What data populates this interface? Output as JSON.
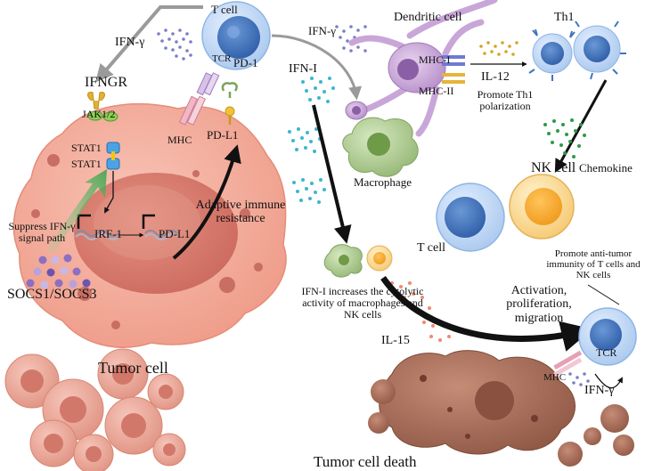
{
  "colors": {
    "tumor_cell": "#f3a999",
    "tumor_nucleus": "#d9776a",
    "t_cell": "#bcd5f2",
    "t_nucleus": "#3f74bd",
    "dendritic_cell": "#c9a6d8",
    "macrophage": "#a8c68a",
    "nk_cell": "#f9d48e",
    "dead_tumor": "#a9735f",
    "chemokine": "#2e9a4a",
    "il12": "#d4a520",
    "ifn_i": "#3cb6cf",
    "ifn_gamma": "#7a7fc6",
    "il15": "#f08a6e",
    "socs": "#8c6fc3"
  },
  "labels": {
    "t_cell_top": "T cell",
    "ifn_gamma_top": "IFN-γ",
    "ifngr": "IFNGR",
    "jak": "JAK1/2",
    "stat1_a": "STAT1",
    "stat1_b": "STAT1",
    "tcr_top": "TCR",
    "pd1": "PD-1",
    "mhc_left": "MHC",
    "pdl1": "PD-L1",
    "suppress": "Suppress IFN-γ signal path",
    "irf1": "IRF-1",
    "pdl1_gene": "PD-L1",
    "adaptive": "Adaptive immune resistance",
    "socs": "SOCS1/SOCS3",
    "tumor_cell": "Tumor cell",
    "ifn_gamma_dc": "IFN-γ",
    "dendritic_cell": "Dendritic cell",
    "mhc1": "MHC-I",
    "mhc2": "MHC-II",
    "il12": "IL-12",
    "promote_th1": "Promote Th1 polarization",
    "th1": "Th1",
    "ifn_i": "IFN-I",
    "macrophage": "Macrophage",
    "chemokine": "Chemokine",
    "nk_cell": "NK cell",
    "t_cell_mid": "T cell",
    "promote_antitumor": "Promote anti-tumor immunity of T cells and NK cells",
    "ifn_i_increase": "IFN-I increases the cytolytic activity of macrophages and NK cells",
    "activation": "Activation, proliferation, migration",
    "il15": "IL-15",
    "tcr_bottom": "TCR",
    "mhc_bottom": "MHC",
    "ifn_gamma_bottom": "IFN-γ",
    "tumor_death": "Tumor cell death"
  }
}
